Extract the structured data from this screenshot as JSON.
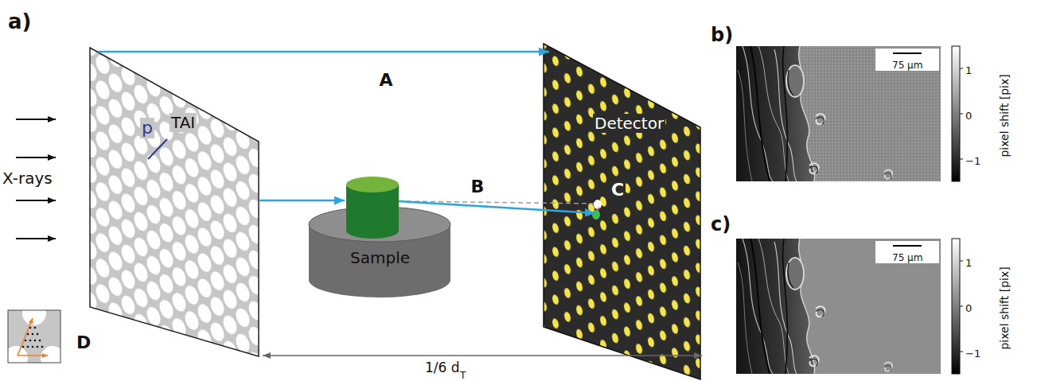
{
  "diagram": {
    "nodes": [
      {
        "text": [
          "TAI"
        ]
      },
      {
        "text": [
          "Sample"
        ]
      },
      {
        "text": [
          "Detector"
        ]
      }
    ],
    "edges": [
      {
        "from": 0,
        "to": 2,
        "arrow": "to",
        "label": "A"
      },
      {
        "from": 0,
        "to": 1,
        "arrow": "to"
      },
      {
        "from": 1,
        "to": 2,
        "arrow": "to",
        "label": "B"
      }
    ],
    "labels": [
      "a)",
      "X-rays",
      "p",
      "D",
      "C",
      "1/6 d",
      "T",
      "b)",
      "75 µm",
      "1",
      "0",
      "−1",
      "pixel shift [pix]",
      "c)",
      "75 µm",
      "1",
      "0",
      "−1",
      "pixel shift [pix]"
    ]
  }
}
